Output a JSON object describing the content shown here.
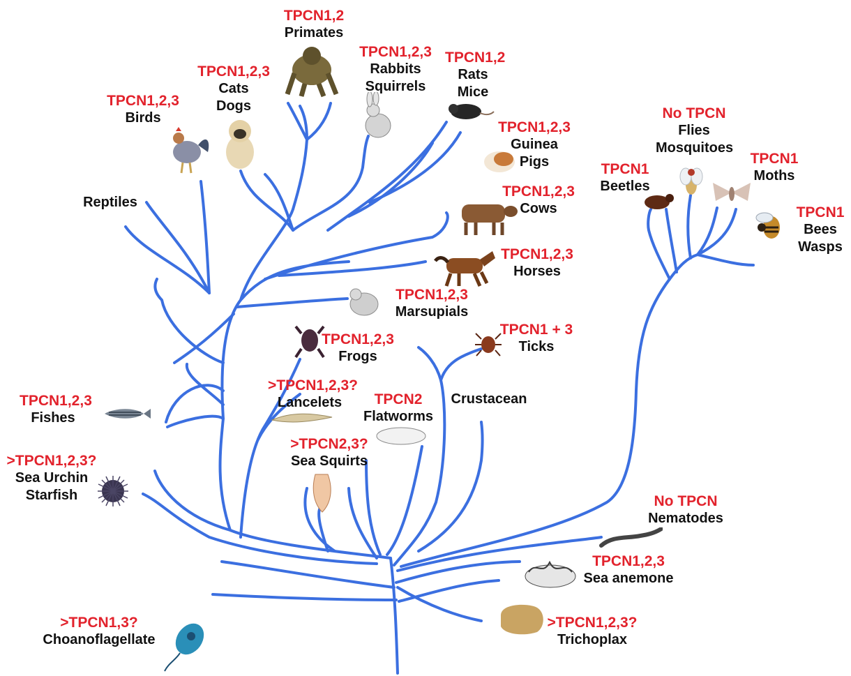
{
  "colors": {
    "branch": "#3b6fe0",
    "tpcn": "#e2222c",
    "name": "#111111"
  },
  "taxa": [
    {
      "id": "primates",
      "tpcn": "TPCN1,2",
      "names": [
        "Primates"
      ],
      "icon": "chimpanzee-icon"
    },
    {
      "id": "rabbits",
      "tpcn": "TPCN1,2,3",
      "names": [
        "Rabbits",
        "Squirrels"
      ],
      "icon": "rabbit-icon"
    },
    {
      "id": "rats",
      "tpcn": "TPCN1,2",
      "names": [
        "Rats",
        "Mice"
      ],
      "icon": "rat-icon"
    },
    {
      "id": "cats",
      "tpcn": "TPCN1,2,3",
      "names": [
        "Cats",
        "Dogs"
      ],
      "icon": "pug-icon"
    },
    {
      "id": "birds",
      "tpcn": "TPCN1,2,3",
      "names": [
        "Birds"
      ],
      "icon": "rooster-icon"
    },
    {
      "id": "guinea",
      "tpcn": "TPCN1,2,3",
      "names": [
        "Guinea",
        "Pigs"
      ],
      "icon": "guinea-pig-icon"
    },
    {
      "id": "reptiles",
      "tpcn": "",
      "names": [
        "Reptiles"
      ],
      "icon": ""
    },
    {
      "id": "cows",
      "tpcn": "TPCN1,2,3",
      "names": [
        "Cows"
      ],
      "icon": "cow-icon"
    },
    {
      "id": "horses",
      "tpcn": "TPCN1,2,3",
      "names": [
        "Horses"
      ],
      "icon": "horse-icon"
    },
    {
      "id": "marsupials",
      "tpcn": "TPCN1,2,3",
      "names": [
        "Marsupials"
      ],
      "icon": "koala-icon"
    },
    {
      "id": "frogs",
      "tpcn": "TPCN1,2,3",
      "names": [
        "Frogs"
      ],
      "icon": "frog-icon"
    },
    {
      "id": "ticks",
      "tpcn": "TPCN1 + 3",
      "names": [
        "Ticks"
      ],
      "icon": "tick-icon"
    },
    {
      "id": "lancelets",
      "tpcn": ">TPCN1,2,3?",
      "names": [
        "Lancelets"
      ],
      "icon": "lancelet-icon"
    },
    {
      "id": "flatworms",
      "tpcn": "TPCN2",
      "names": [
        "Flatworms"
      ],
      "icon": "flatworm-icon"
    },
    {
      "id": "crustacean",
      "tpcn": "",
      "names": [
        "Crustacean"
      ],
      "icon": ""
    },
    {
      "id": "fishes",
      "tpcn": "TPCN1,2,3",
      "names": [
        "Fishes"
      ],
      "icon": "zebrafish-icon"
    },
    {
      "id": "seasquirts",
      "tpcn": ">TPCN2,3?",
      "names": [
        "Sea Squirts"
      ],
      "icon": "sea-squirt-icon"
    },
    {
      "id": "urchin",
      "tpcn": ">TPCN1,2,3?",
      "names": [
        "Sea Urchin",
        "Starfish"
      ],
      "icon": "sea-urchin-icon"
    },
    {
      "id": "flies",
      "tpcn": "No TPCN",
      "names": [
        "Flies",
        "Mosquitoes"
      ],
      "icon": "fly-icon"
    },
    {
      "id": "moths",
      "tpcn": "TPCN1",
      "names": [
        "Moths"
      ],
      "icon": "moth-icon"
    },
    {
      "id": "beetles",
      "tpcn": "TPCN1",
      "names": [
        "Beetles"
      ],
      "icon": "beetle-icon"
    },
    {
      "id": "bees",
      "tpcn": "TPCN1",
      "names": [
        "Bees",
        "Wasps"
      ],
      "icon": "bee-icon"
    },
    {
      "id": "nematodes",
      "tpcn": "No TPCN",
      "names": [
        "Nematodes"
      ],
      "icon": "nematode-icon"
    },
    {
      "id": "anemone",
      "tpcn": "TPCN1,2,3",
      "names": [
        "Sea anemone"
      ],
      "icon": "sea-anemone-icon"
    },
    {
      "id": "choano",
      "tpcn": ">TPCN1,3?",
      "names": [
        "Choanoflagellate"
      ],
      "icon": "choanoflagellate-icon"
    },
    {
      "id": "trichoplax",
      "tpcn": ">TPCN1,2,3?",
      "names": [
        "Trichoplax"
      ],
      "icon": "trichoplax-icon"
    }
  ]
}
